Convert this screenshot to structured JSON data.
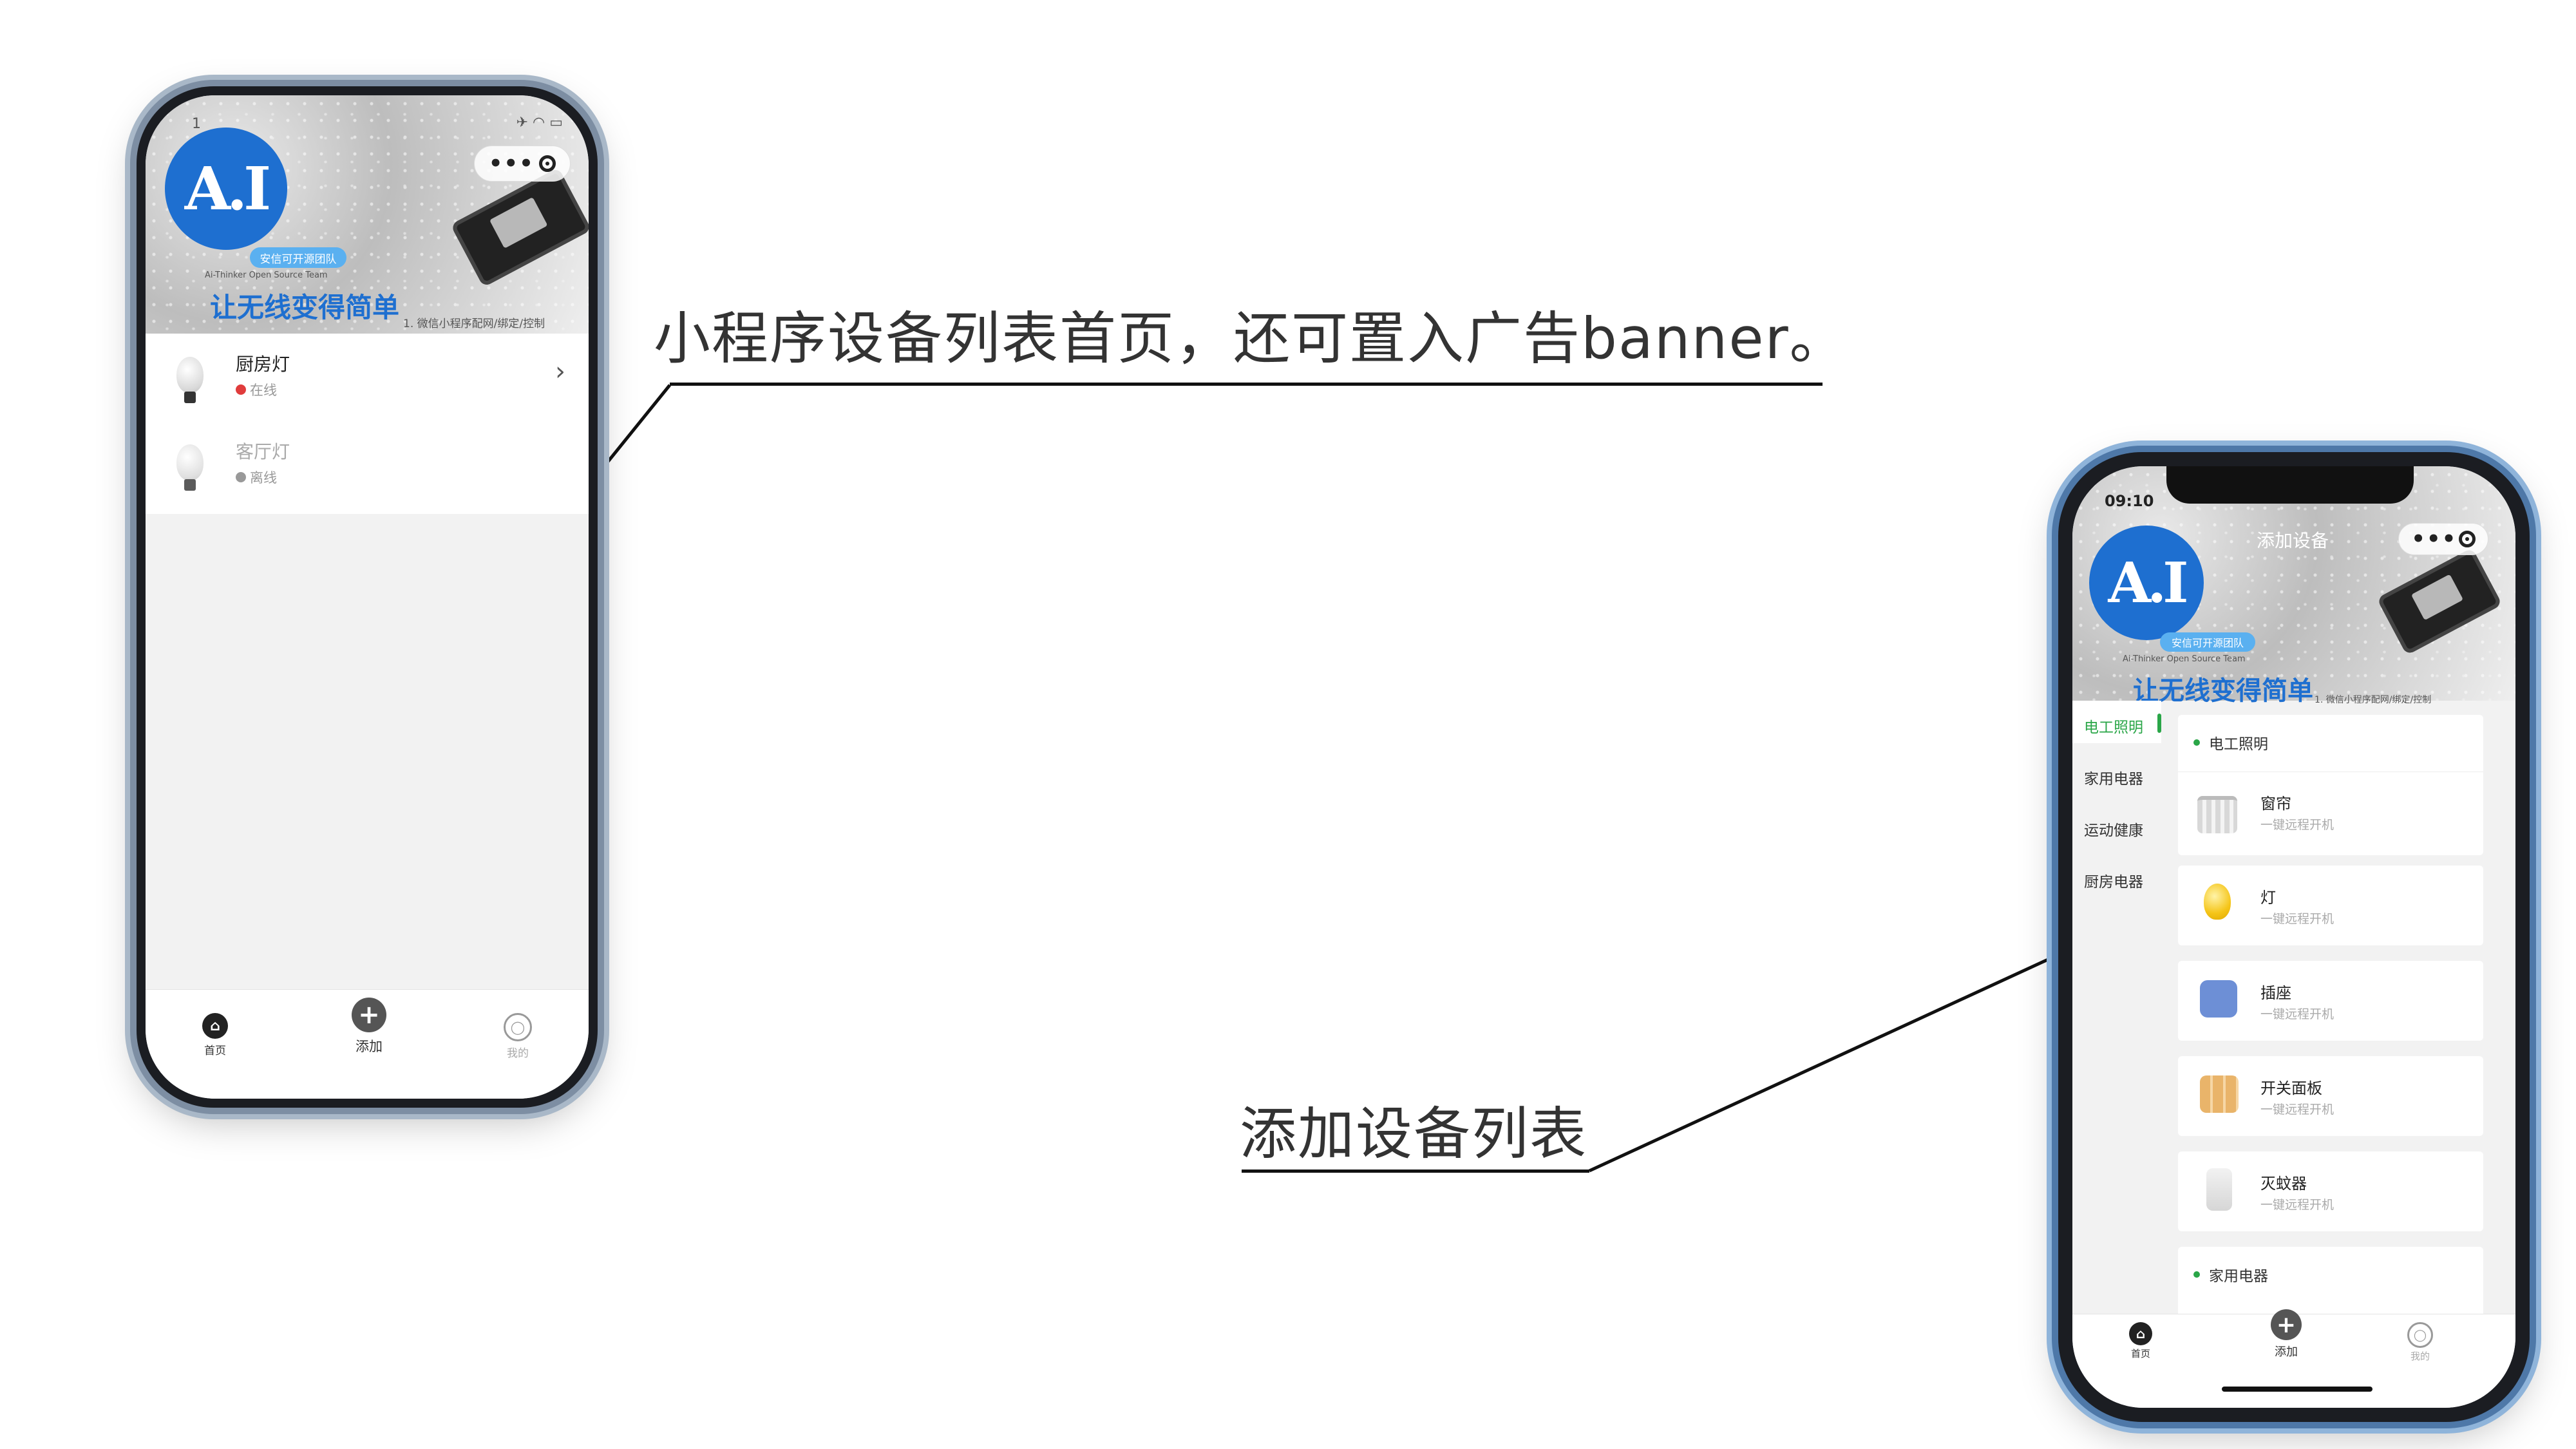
{
  "annotations": {
    "top": "小程序设备列表首页，还可置入广告banner。",
    "bottom": "添加设备列表"
  },
  "phone1": {
    "status_bar": "1",
    "banner": {
      "logo": "A.I",
      "pill": "安信可开源团队",
      "team_en": "Ai-Thinker Open Source Team",
      "slogan": "让无线变得简单",
      "features": "1. 微信小程序配网/绑定/控制"
    },
    "devices": [
      {
        "name": "厨房灯",
        "status": "在线",
        "status_color": "#e03c3c"
      },
      {
        "name": "客厅灯",
        "status": "离线",
        "status_color": "#999999"
      }
    ],
    "tabs": [
      {
        "label": "首页"
      },
      {
        "label": "添加"
      },
      {
        "label": "我的"
      }
    ]
  },
  "phone2": {
    "status_time": "09:10",
    "title": "添加设备",
    "banner": {
      "logo": "A.I",
      "pill": "安信可开源团队",
      "team_en": "Ai-Thinker Open Source Team",
      "slogan": "让无线变得简单",
      "features": "1. 微信小程序配网/绑定/控制"
    },
    "categories": [
      {
        "label": "电工照明",
        "active": true
      },
      {
        "label": "家用电器",
        "active": false
      },
      {
        "label": "运动健康",
        "active": false
      },
      {
        "label": "厨房电器",
        "active": false
      }
    ],
    "sections": [
      {
        "title": "电工照明"
      },
      {
        "title": "家用电器"
      }
    ],
    "products": [
      {
        "name": "窗帘",
        "desc": "一键远程开机",
        "icon": "curtain-icon",
        "color": "#cfcfcf"
      },
      {
        "name": "灯",
        "desc": "一键远程开机",
        "icon": "bulb-icon",
        "color": "#f5c518"
      },
      {
        "name": "插座",
        "desc": "一键远程开机",
        "icon": "socket-icon",
        "color": "#6d8fd6"
      },
      {
        "name": "开关面板",
        "desc": "一键远程开机",
        "icon": "switch-panel-icon",
        "color": "#e9b46a"
      },
      {
        "name": "灭蚊器",
        "desc": "一键远程开机",
        "icon": "mosquito-killer-icon",
        "color": "#e0e0e0"
      }
    ],
    "tabs": [
      {
        "label": "首页"
      },
      {
        "label": "添加"
      },
      {
        "label": "我的"
      }
    ]
  },
  "colors": {
    "accent_green": "#2aa648",
    "brand_blue": "#1e6fd0"
  }
}
